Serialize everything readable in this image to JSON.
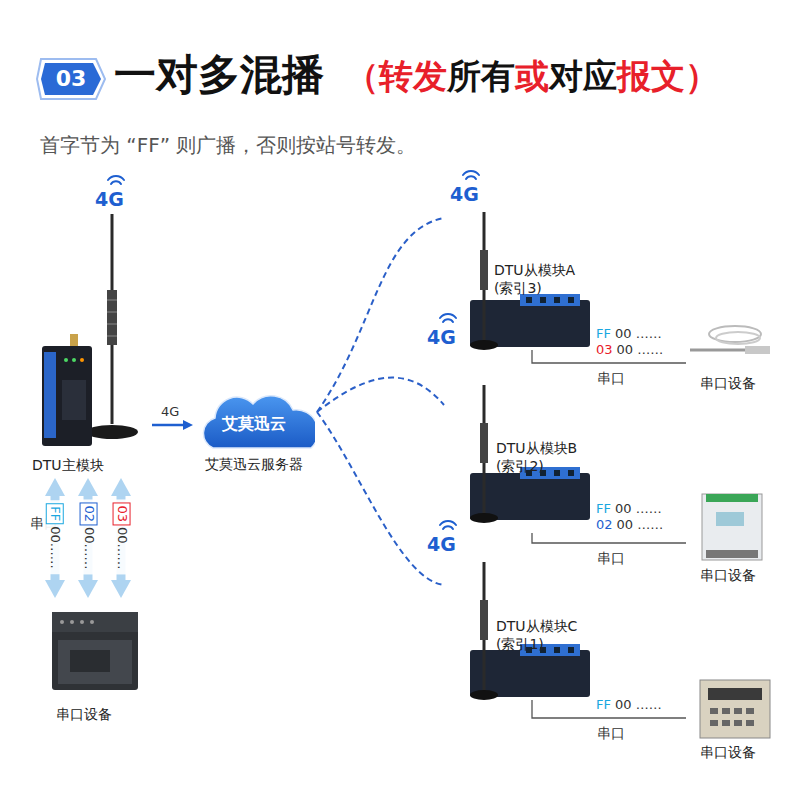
{
  "diagram": {
    "title": "一对多混播",
    "nodes": [
      {
        "text": [
          "03"
        ]
      },
      {
        "text": [
          "DTU主模块"
        ]
      },
      {
        "text": [
          "串口设备"
        ]
      },
      {
        "text": [
          "艾莫迅云",
          "艾莫迅云服务器"
        ]
      },
      {
        "text": [
          "DTU从模块A (索引3)"
        ]
      },
      {
        "text": [
          "串口设备"
        ]
      },
      {
        "text": [
          "DTU从模块B (索引2)"
        ]
      },
      {
        "text": [
          "串口设备"
        ]
      },
      {
        "text": [
          "DTU从模块C (索引1)"
        ]
      },
      {
        "text": [
          "串口设备"
        ]
      }
    ],
    "edges": [
      {
        "from": 1,
        "to": 3,
        "arrow": "to",
        "label": "4G"
      },
      {
        "from": 3,
        "to": 4,
        "arrow": "none"
      },
      {
        "from": 3,
        "to": 6,
        "arrow": "none"
      },
      {
        "from": 3,
        "to": 8,
        "arrow": "none"
      },
      {
        "from": 4,
        "to": 5,
        "arrow": "none",
        "label": "串口"
      },
      {
        "from": 6,
        "to": 7,
        "arrow": "none",
        "label": "串口"
      },
      {
        "from": 8,
        "to": 9,
        "arrow": "none",
        "label": "串口"
      },
      {
        "from": 1,
        "to": 2,
        "arrow": "both"
      },
      {
        "from": 1,
        "to": 2,
        "arrow": "both"
      },
      {
        "from": 1,
        "to": 2,
        "arrow": "both"
      }
    ],
    "labels": [
      "（",
      "转发",
      "所有",
      "或",
      "对应",
      "报文",
      "）",
      "首字节为 “FF” 则广播，否则按站号转发。",
      "4G",
      "串口",
      "FF",
      "00……",
      "02",
      "00……",
      "03",
      "00……",
      "4G",
      "FF",
      "00 ……",
      "03",
      "00 ……",
      "4G",
      "FF",
      "00 ……",
      "02",
      "00 ……",
      "4G",
      "FF",
      "00 ……"
    ]
  }
}
